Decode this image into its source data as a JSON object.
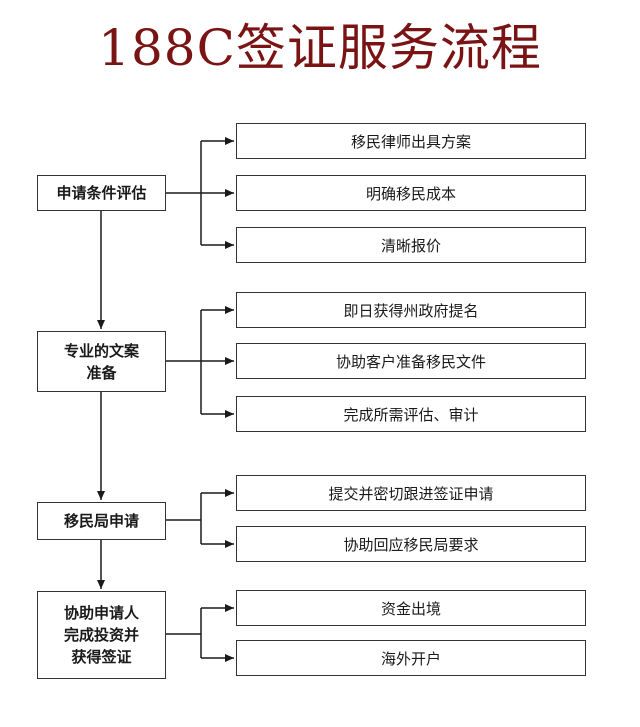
{
  "title": "188C签证服务流程",
  "steps": [
    {
      "lines": [
        "申请条件评估"
      ],
      "items": [
        "移民律师出具方案",
        "明确移民成本",
        "清晰报价"
      ]
    },
    {
      "lines": [
        "专业的文案",
        "准备"
      ],
      "items": [
        "即日获得州政府提名",
        "协助客户准备移民文件",
        "完成所需评估、审计"
      ]
    },
    {
      "lines": [
        "移民局申请"
      ],
      "items": [
        "提交并密切跟进签证申请",
        "协助回应移民局要求"
      ]
    },
    {
      "lines": [
        "协助申请人",
        "完成投资并",
        "获得签证"
      ],
      "items": [
        "资金出境",
        "海外开户"
      ]
    }
  ],
  "colors": {
    "title": "#7a1414",
    "line": "#1a1a1a",
    "border": "#333333"
  }
}
